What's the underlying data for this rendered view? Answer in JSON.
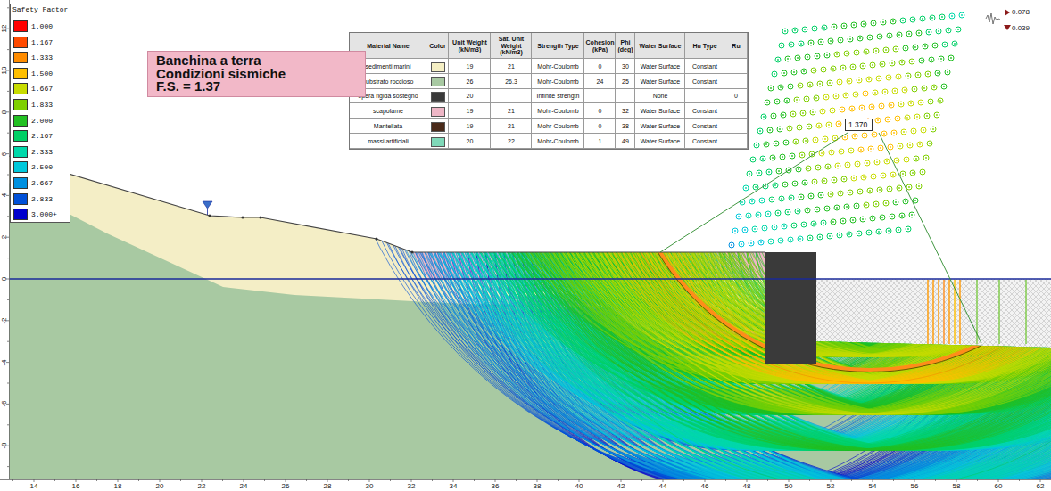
{
  "diagram": {
    "nodes": [
      {
        "text": [
          "Banchina a terra",
          "Condizioni sismiche",
          "F.S. = 1.37"
        ]
      },
      {
        "text": [
          "1.370"
        ]
      }
    ],
    "labels": [
      "Safety Factor",
      "Material Name",
      "Color",
      "Unit Weight (kN/m3)",
      "Sat. Unit Weight (kN/m3)",
      "Strength Type",
      "Cohesion (kPa)",
      "Phi (deg)",
      "Water Surface",
      "Hu Type",
      "Ru",
      "sedimenti marini",
      "19",
      "21",
      "Mohr-Coulomb",
      "0",
      "30",
      "Water Surface",
      "Constant",
      "substrato roccioso",
      "26",
      "26.3",
      "Mohr-Coulomb",
      "24",
      "25",
      "Water Surface",
      "Constant",
      "opera rigida sostegno",
      "20",
      "Infinite strength",
      "None",
      "0",
      "scapolame",
      "19",
      "21",
      "Mohr-Coulomb",
      "0",
      "32",
      "Water Surface",
      "Constant",
      "Mantellata",
      "19",
      "21",
      "Mohr-Coulomb",
      "0",
      "38",
      "Water Surface",
      "Constant",
      "massi artificiali",
      "20",
      "22",
      "Mohr-Coulomb",
      "1",
      "49",
      "Water Surface",
      "Constant",
      "14",
      "16",
      "18",
      "20",
      "22",
      "24",
      "26",
      "28",
      "30",
      "32",
      "34",
      "36",
      "38",
      "40",
      "42",
      "44",
      "46",
      "48",
      "50",
      "52",
      "54",
      "56",
      "58",
      "60",
      "62",
      "12",
      "10",
      "8",
      "6",
      "4",
      "2",
      "0",
      "-2",
      "-4",
      "-6",
      "-8",
      "0.078",
      "0.039"
    ],
    "legend": [
      {
        "text": "1.000",
        "color": "#ff0000"
      },
      {
        "text": "1.167",
        "color": "#ff4a00"
      },
      {
        "text": "1.333",
        "color": "#ff8c00"
      },
      {
        "text": "1.500",
        "color": "#ffbf00"
      },
      {
        "text": "1.667",
        "color": "#c8dc00"
      },
      {
        "text": "1.833",
        "color": "#7fd000"
      },
      {
        "text": "2.000",
        "color": "#22c022"
      },
      {
        "text": "2.167",
        "color": "#00d066"
      },
      {
        "text": "2.333",
        "color": "#00d8aa"
      },
      {
        "text": "2.500",
        "color": "#00c8dc"
      },
      {
        "text": "2.667",
        "color": "#0090e0"
      },
      {
        "text": "2.833",
        "color": "#0050d8"
      },
      {
        "text": "3.000+",
        "color": "#0000cc"
      }
    ]
  }
}
